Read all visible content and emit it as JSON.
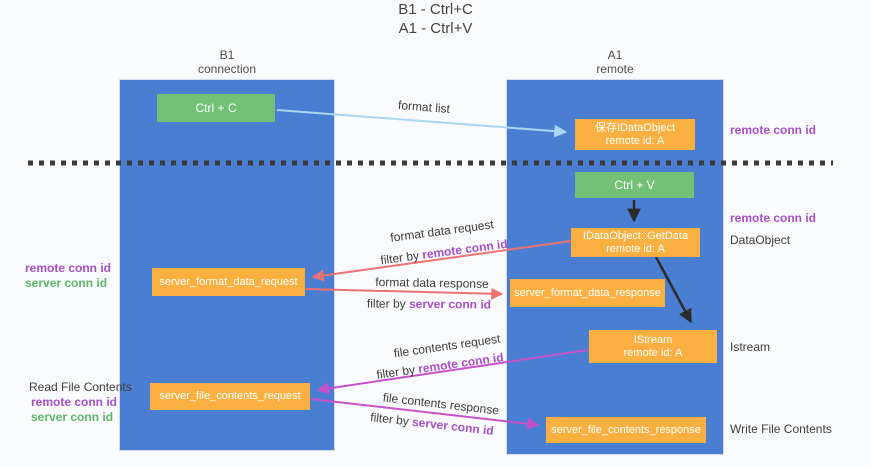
{
  "title": {
    "line1": "B1 - Ctrl+C",
    "line2": "A1 - Ctrl+V"
  },
  "lanes": {
    "left": {
      "header1": "B1",
      "header2": "connection"
    },
    "right": {
      "header1": "A1",
      "header2": "remote"
    }
  },
  "boxes": {
    "ctrl_c": {
      "label": "Ctrl + C"
    },
    "ctrl_v": {
      "label": "Ctrl + V"
    },
    "save_idataobject": {
      "line1": "保存IDataObject",
      "line2": "remote id: A"
    },
    "getdata": {
      "line1": "IDataObject::GetData",
      "line2": "remote id: A"
    },
    "istream": {
      "line1": "IStream",
      "line2": "remote id: A"
    },
    "server_format_data_request": {
      "label": "server_format_data_request"
    },
    "server_format_data_response": {
      "label": "server_format_data_response"
    },
    "server_file_contents_request": {
      "label": "server_file_contents_request"
    },
    "server_file_contents_response": {
      "label": "server_file_contents_response"
    }
  },
  "arrow_labels": {
    "format_list": "format list",
    "format_data_request": "format data request",
    "format_data_response": "format data response",
    "file_contents_request": "file contents request",
    "file_contents_response": "file contents response",
    "filter_by": "filter by",
    "remote_conn_id": "remote conn id",
    "server_conn_id": "server conn id"
  },
  "side_labels": {
    "right_top_remote_conn_id": "remote conn id",
    "right_mid_remote_conn_id": "remote conn id",
    "dataobject": "DataObject",
    "istream": "Istream",
    "write_file_contents": "Write File Contents",
    "read_file_contents": "Read File Contents",
    "left_remote_conn_id": "remote conn id",
    "left_server_conn_id": "server conn id",
    "left_bottom_remote_conn_id": "remote conn id",
    "left_bottom_server_conn_id": "server conn id"
  },
  "colors": {
    "lane_blue": "#4a7ed2",
    "box_orange": "#f9b041",
    "box_green": "#73c077",
    "purple_text": "#a64fc8",
    "green_text": "#5cb567",
    "salmon_arrow": "#f07171",
    "magenta_arrow": "#c850c8",
    "lightblue_arrow": "#aad6f5",
    "black_arrow": "#2b2b2b",
    "dark_text": "#3c3c3c",
    "background": "#f9fafb"
  }
}
